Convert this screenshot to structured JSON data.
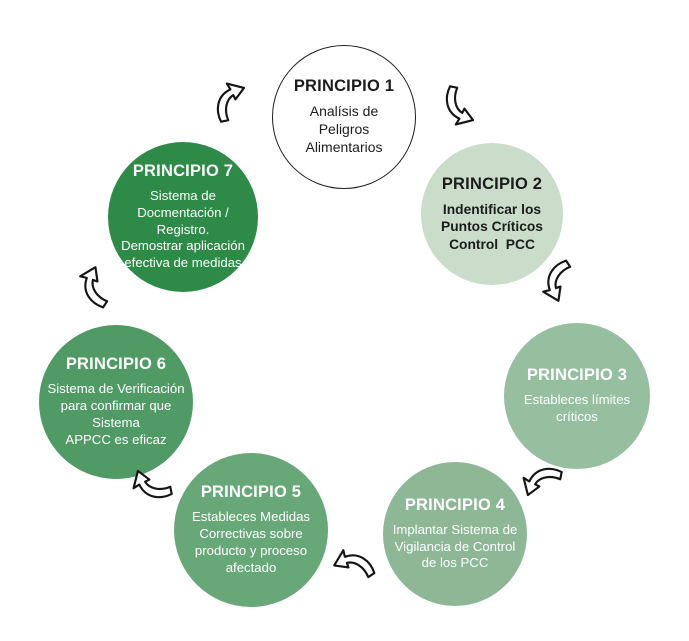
{
  "diagram": {
    "background": "#ffffff",
    "arrow_style": {
      "icon": "curved-sketch-arrow",
      "stroke": "#151515",
      "fill": "#ffffff"
    },
    "principles": [
      {
        "title": "PRINCIPIO 1",
        "body": "Analísis de\nPeligros\nAlimentarios",
        "bg": "#ffffff",
        "text": "#1c1c1c",
        "border": "#1f1f1f"
      },
      {
        "title": "PRINCIPIO 2",
        "body": "Indentificar los\nPuntos Críticos\nControl  PCC",
        "bg": "#cadcca",
        "text": "#1c1c1c"
      },
      {
        "title": "PRINCIPIO 3",
        "body": "Estableces límites\ncríticos",
        "bg": "#95bf9e",
        "text": "#ffffff"
      },
      {
        "title": "PRINCIPIO 4",
        "body": "Implantar Sistema de\nVigilancia de Control\nde los PCC",
        "bg": "#8db795",
        "text": "#ffffff"
      },
      {
        "title": "PRINCIPIO 5",
        "body": "Estableces Medidas\nCorrectivas sobre\nproducto y proceso\nafectado",
        "bg": "#68a878",
        "text": "#ffffff"
      },
      {
        "title": "PRINCIPIO 6",
        "body": "Sistema de Verificación\npara confirmar que Sistema\nAPPCC es eficaz",
        "bg": "#509b65",
        "text": "#ffffff"
      },
      {
        "title": "PRINCIPIO 7",
        "body": "Sistema de\nDocmentación / Registro.\nDemostrar aplicación\nefectiva de medidas",
        "bg": "#2e8b47",
        "text": "#ffffff"
      }
    ],
    "arrows": [
      {
        "name": "arrow-principio-7-to-1"
      },
      {
        "name": "arrow-principio-1-to-2"
      },
      {
        "name": "arrow-principio-2-to-3"
      },
      {
        "name": "arrow-principio-3-to-4"
      },
      {
        "name": "arrow-principio-4-to-5"
      },
      {
        "name": "arrow-principio-5-to-6"
      },
      {
        "name": "arrow-principio-6-to-7"
      }
    ]
  }
}
